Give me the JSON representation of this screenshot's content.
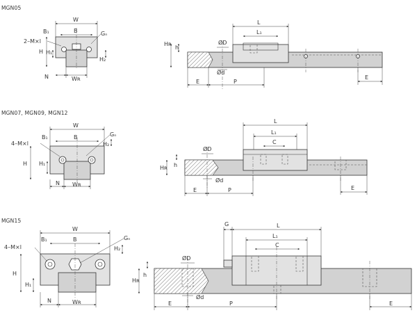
{
  "sections": [
    {
      "id": "mgn05",
      "title": "MGN05"
    },
    {
      "id": "mgn07_12",
      "title": "MGN07, MGN09, MGN12"
    },
    {
      "id": "mgn15",
      "title": "MGN15"
    }
  ],
  "labels": {
    "W": "W",
    "B": "B",
    "B1": "B₁",
    "Gn": "Gₙ",
    "H": "H",
    "H1": "H₁",
    "H2": "H₂",
    "HR": "Hʀ",
    "h": "h",
    "N": "N",
    "WR": "Wʀ",
    "L": "L",
    "L1": "L₁",
    "C": "C",
    "G": "G",
    "E": "E",
    "P": "P",
    "phiD": "ØD",
    "phid": "Ød",
    "two_M_l": "2–M×l",
    "four_M_l": "4–M×l"
  },
  "colors": {
    "line": "#333333",
    "body_fill": "#e2e2e2",
    "rail_fill": "#d2d2d2",
    "background": "#ffffff"
  }
}
